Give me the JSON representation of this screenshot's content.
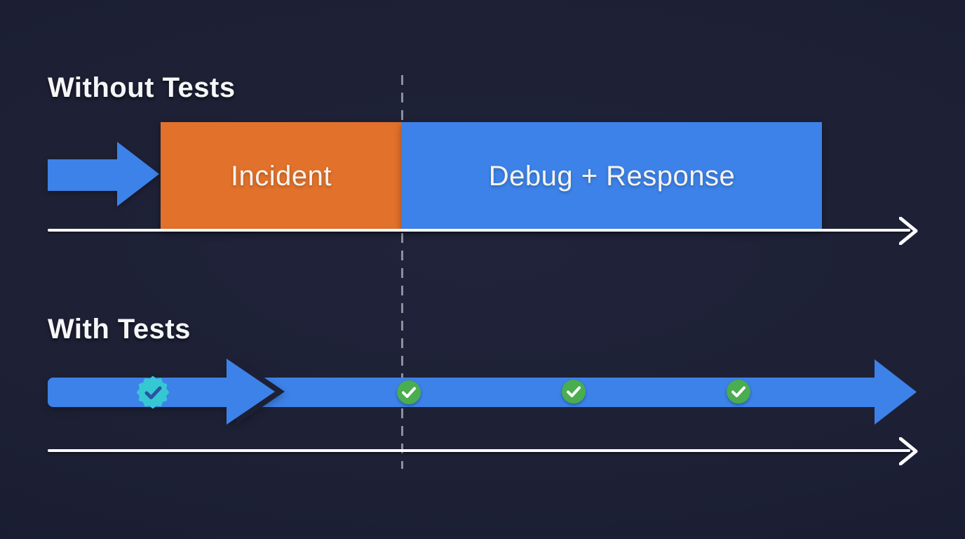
{
  "canvas": {
    "background": "#1d2034"
  },
  "colors": {
    "bg": "#1d2034",
    "blue": "#3d82e8",
    "orange": "#e1712b",
    "green": "#4aad4f",
    "teal": "#35c8d3",
    "white": "#f5f4ef",
    "dash": "#a0a4b0",
    "checkDark": "#2a55a0"
  },
  "icons": {
    "flow_arrow": "blue-right-arrow-icon",
    "verified_badge": "teal-seal-check-icon",
    "checkpoint": "green-check-circle-icon",
    "timeline_arrow": "white-thin-right-arrow-icon"
  },
  "sections": {
    "without_tests": {
      "title": "Without Tests",
      "phases": [
        {
          "label": "Incident",
          "color": "#e1712b"
        },
        {
          "label": "Debug + Response",
          "color": "#3d82e8"
        }
      ]
    },
    "with_tests": {
      "title": "With Tests",
      "checkpoint_count": 3
    }
  }
}
